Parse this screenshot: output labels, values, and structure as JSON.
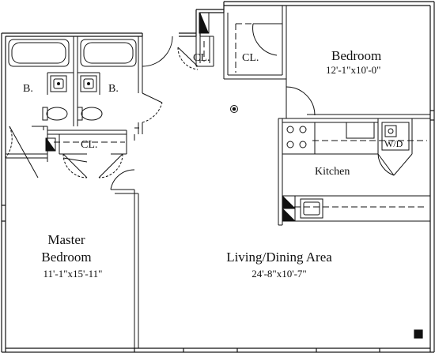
{
  "labels": {
    "bedroom": "Bedroom",
    "bedroom_dim": "12'-1\"x10'-0\"",
    "closet_1": "CL.",
    "closet_2": "CL.",
    "closet_3": "CL.",
    "bath_1": "B.",
    "bath_2": "B.",
    "kitchen": "Kitchen",
    "washer_dryer": "W/D",
    "master_line1": "Master",
    "master_line2": "Bedroom",
    "master_dim": "11'-1\"x15'-11\"",
    "living": "Living/Dining Area",
    "living_dim": "24'-8\"x10'-7\""
  },
  "colors": {
    "ink": "#111111",
    "background": "#ffffff"
  }
}
